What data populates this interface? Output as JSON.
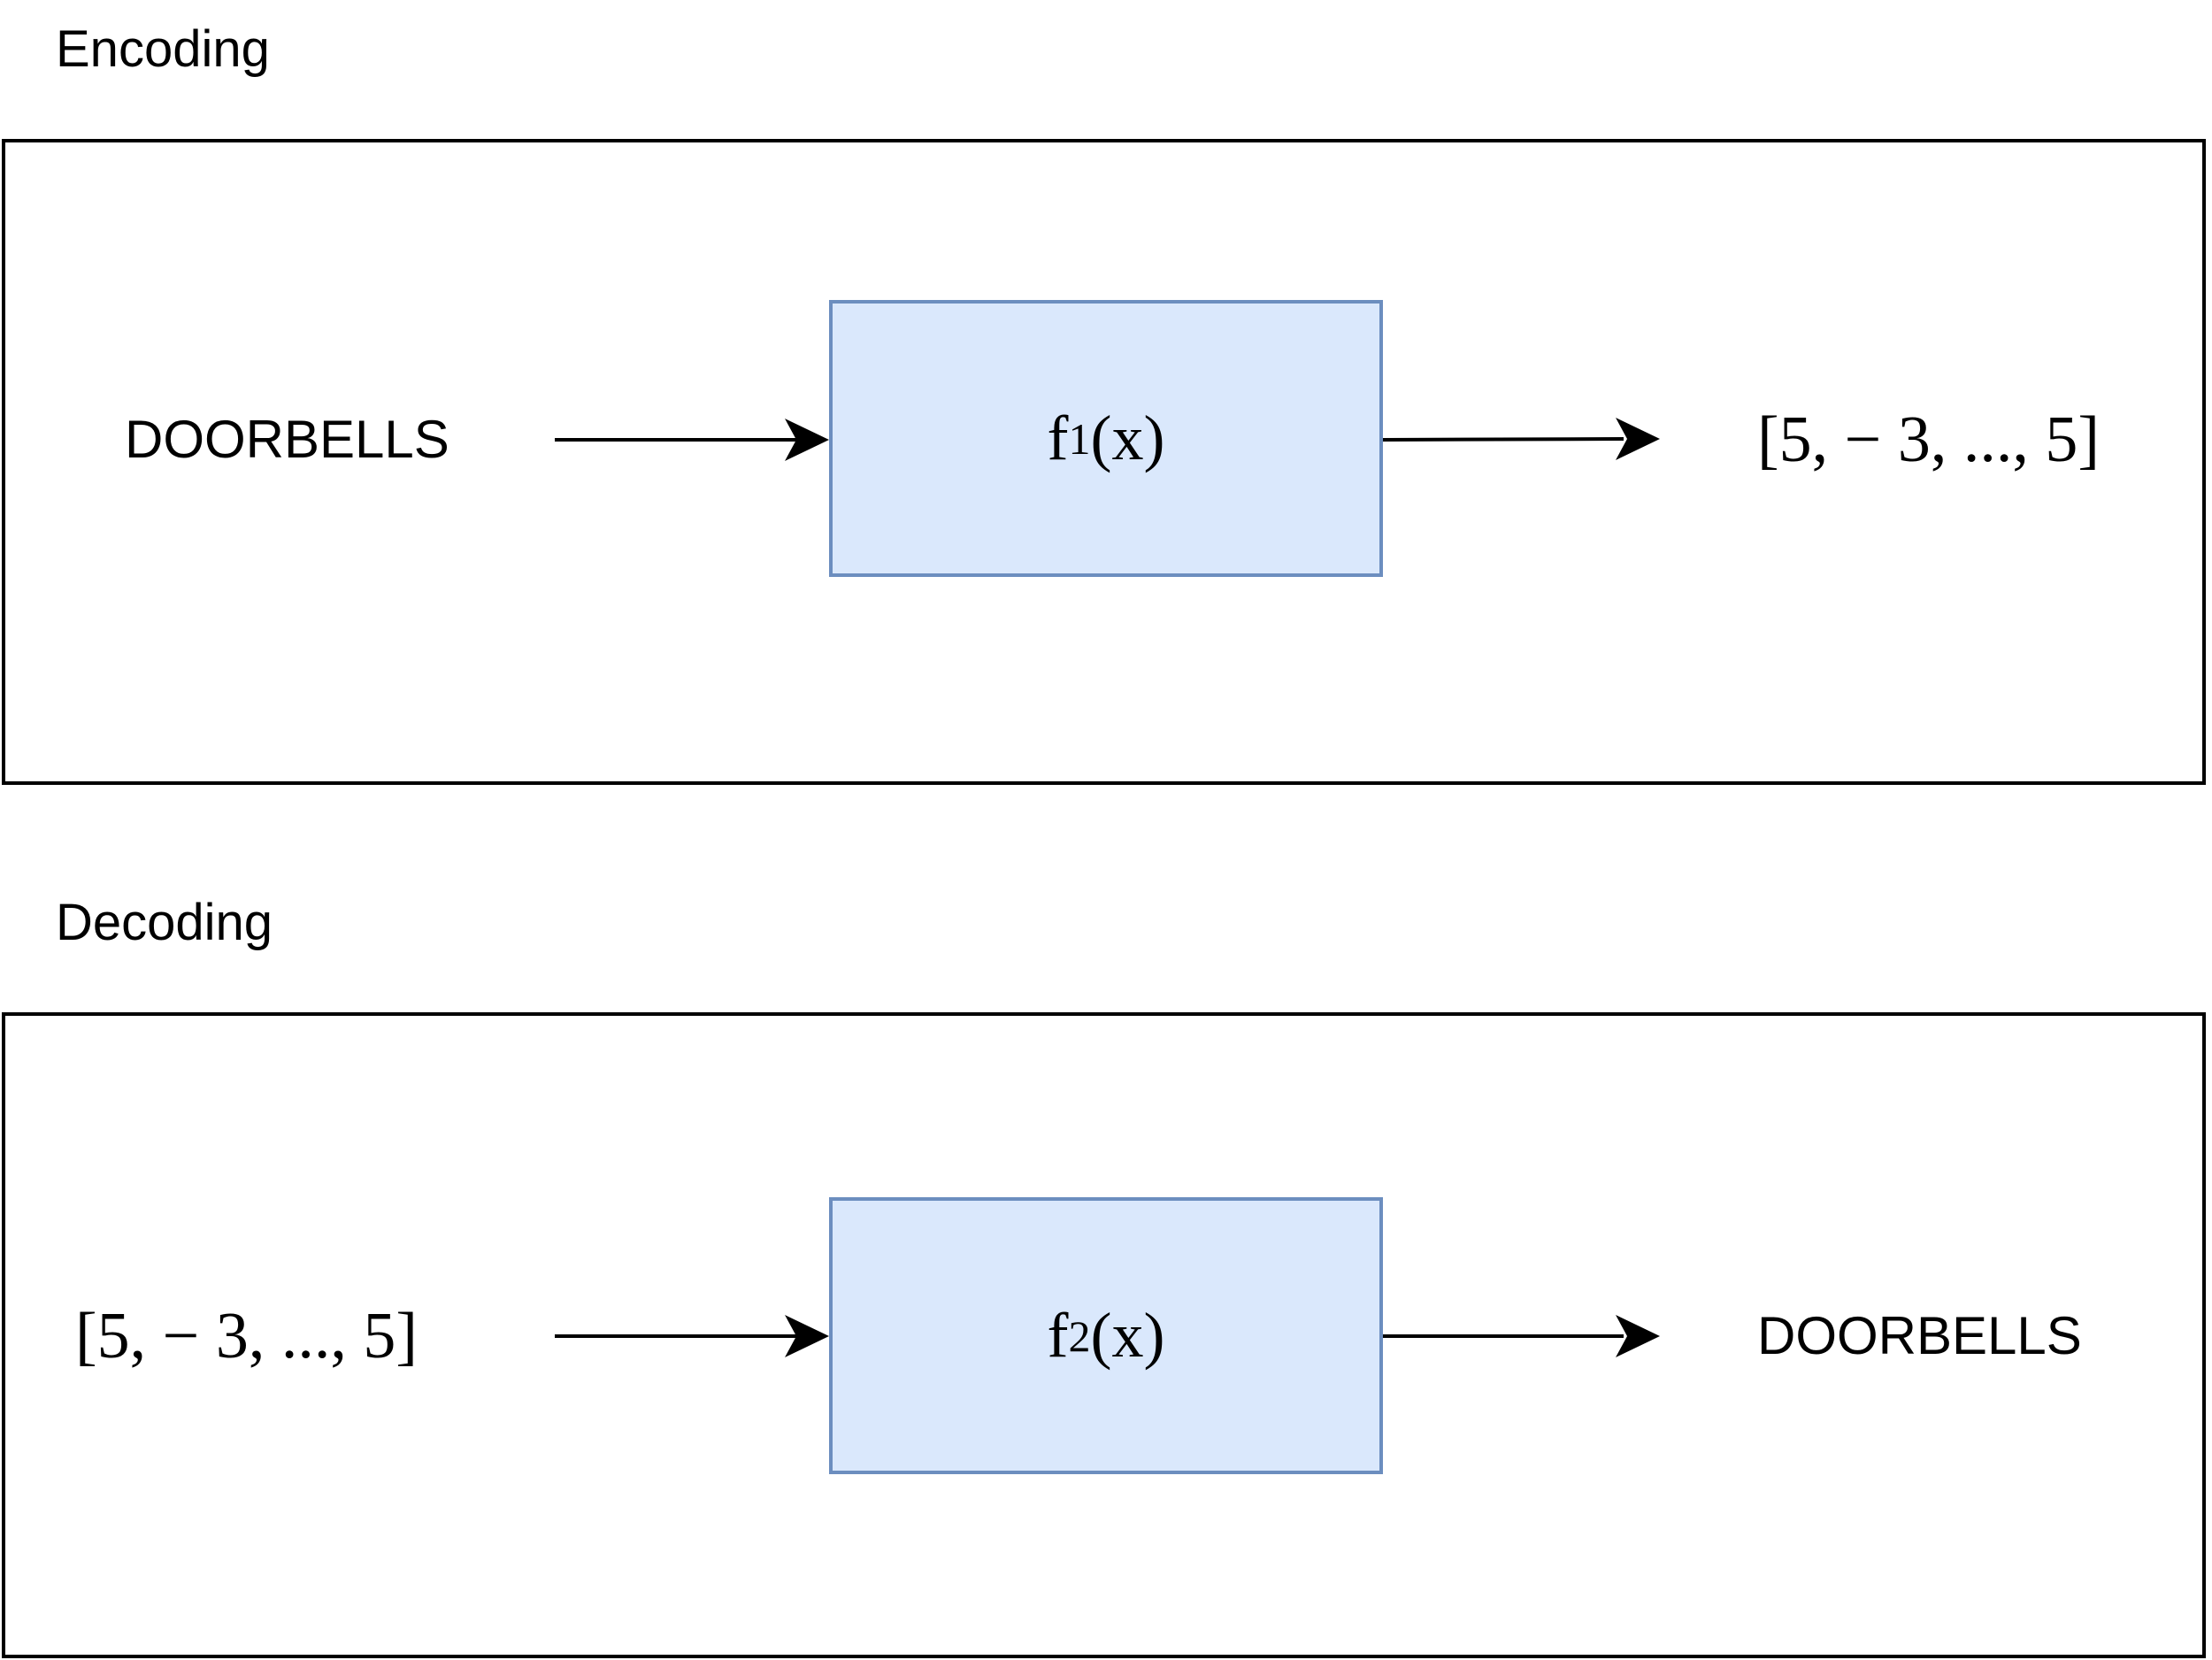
{
  "encoding": {
    "title": "Encoding",
    "input": "DOORBELLS",
    "function": {
      "base": "f",
      "subscript": "1",
      "arg": "(x)"
    },
    "output": "[5,  − 3, ..., 5]"
  },
  "decoding": {
    "title": "Decoding",
    "input": "[5,  − 3, ..., 5]",
    "function": {
      "base": "f",
      "subscript": "2",
      "arg": "(x)"
    },
    "output": "DOORBELLS"
  }
}
